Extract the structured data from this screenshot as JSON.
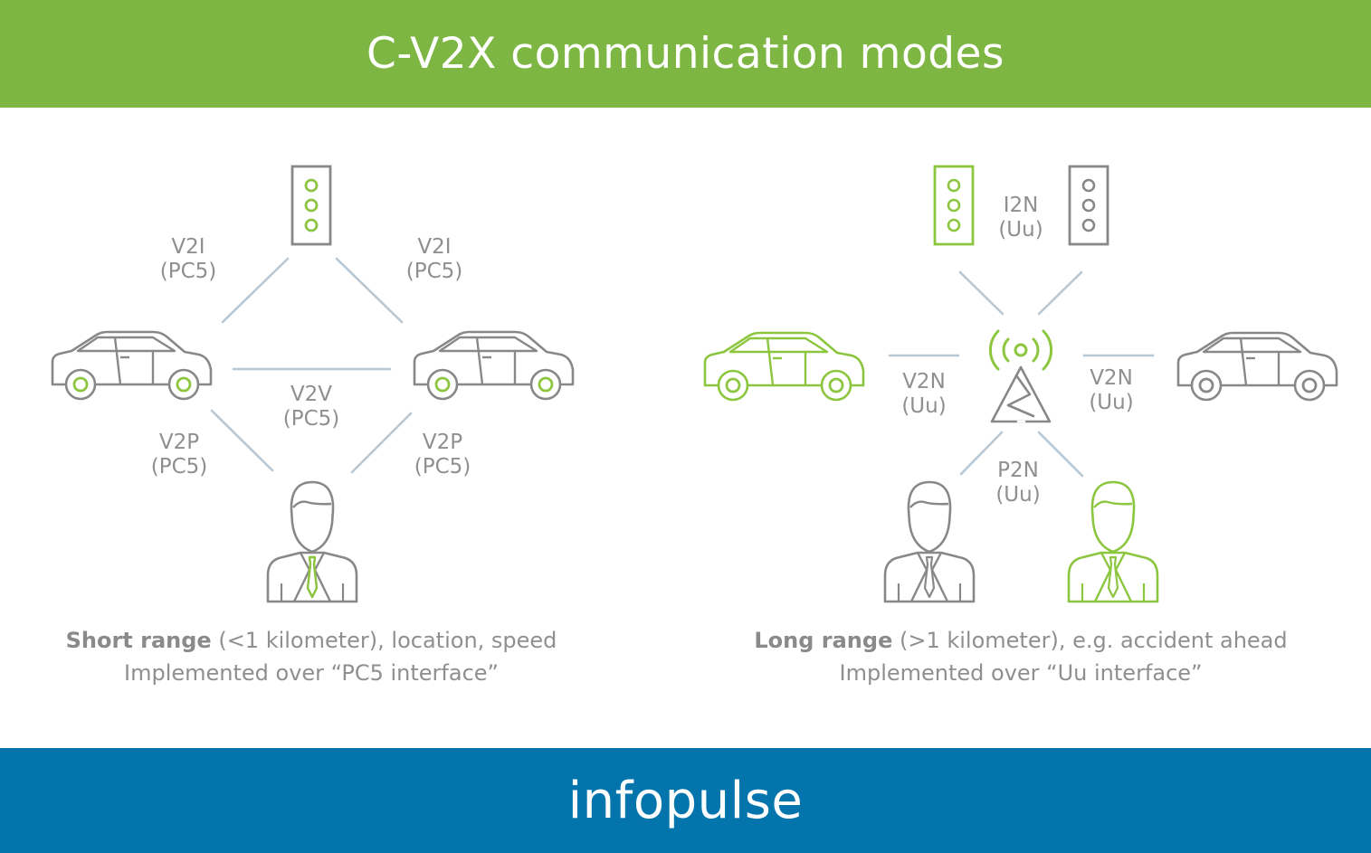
{
  "header": {
    "title": "C-V2X communication modes"
  },
  "short_range": {
    "v2i_left": {
      "name": "V2I",
      "iface": "(PC5)"
    },
    "v2i_right": {
      "name": "V2I",
      "iface": "(PC5)"
    },
    "v2v": {
      "name": "V2V",
      "iface": "(PC5)"
    },
    "v2p_left": {
      "name": "V2P",
      "iface": "(PC5)"
    },
    "v2p_right": {
      "name": "V2P",
      "iface": "(PC5)"
    },
    "caption_bold": "Short range",
    "caption_rest": " (<1 kilometer), location, speed",
    "caption_line2": "Implemented over “PC5 interface”"
  },
  "long_range": {
    "i2n": {
      "name": "I2N",
      "iface": "(Uu)"
    },
    "v2n_left": {
      "name": "V2N",
      "iface": "(Uu)"
    },
    "v2n_right": {
      "name": "V2N",
      "iface": "(Uu)"
    },
    "p2n": {
      "name": "P2N",
      "iface": "(Uu)"
    },
    "caption_bold": "Long range",
    "caption_rest": " (>1 kilometer), e.g. accident ahead",
    "caption_line2": "Implemented over “Uu interface”"
  },
  "footer": {
    "brand": "infopulse"
  },
  "colors": {
    "green": "#7db643",
    "blue": "#0374ac",
    "gray": "#888888",
    "line": "#b9c7d3",
    "accent": "#8cc63f"
  }
}
